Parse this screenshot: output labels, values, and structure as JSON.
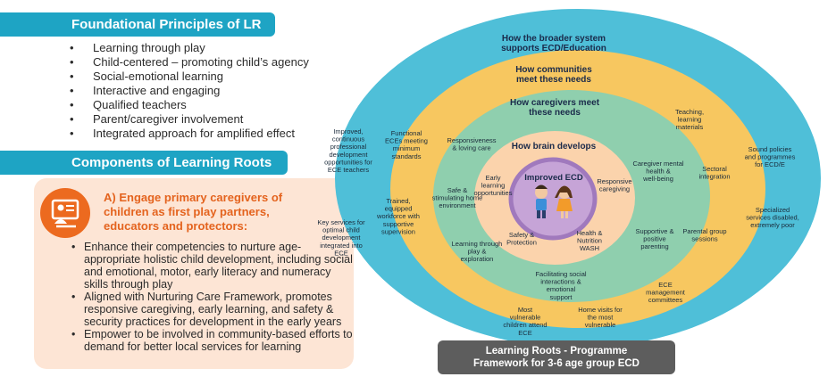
{
  "principles": {
    "title": "Foundational Principles of LR",
    "items": [
      "Learning through play",
      "Child-centered – promoting child’s agency",
      "Social-emotional learning",
      "Interactive and engaging",
      "Qualified teachers",
      "Parent/caregiver involvement",
      "Integrated approach for amplified effect"
    ]
  },
  "components": {
    "title": "Components of Learning Roots",
    "heading": "A) Engage primary caregivers of children as first play partners, educators and protectors:",
    "items": [
      "Enhance their competencies to nurture age-appropriate holistic child development, including social and emotional, motor, early literacy and numeracy skills through play",
      "Aligned with Nurturing Care Framework, promotes responsive caregiving, early learning, and safety & security practices for development in the early years",
      "Empower to be involved in community-based efforts to demand for better local services for learning"
    ]
  },
  "colors": {
    "blue": "#4fbfd8",
    "yellow": "#f7c760",
    "green": "#8fcfae",
    "peach": "#fbd3ac",
    "lavender": "#c6a4d7",
    "purple": "#a079bd"
  },
  "diagram": {
    "ring_titles": {
      "system": "How the broader system supports ECD/Education",
      "community": "How communities meet these needs",
      "caregiver": "How caregivers meet these needs",
      "brain": "How brain develops",
      "center": "Improved ECD"
    },
    "system_items": [
      "Improved, continuous professional development opportunities for ECE teachers",
      "Key services for optimal child development integrated into ECE",
      "Sound policies and programmes for ECD/E",
      "Specialized services disabled, extremely poor"
    ],
    "community_items": [
      "Functional ECEs meeting minimum standards",
      "Trained, equipped workforce with supportive supervision",
      "Teaching, learning materials",
      "Sectoral integration",
      "Parental group sessions",
      "ECE management committees",
      "Most vulnerable children attend ECE",
      "Home visits for the most vulnerable"
    ],
    "caregiver_items": [
      "Responsiveness & loving care",
      "Safe & stimulating home environment",
      "Learning through play & exploration",
      "Caregiver mental health & well-being",
      "Supportive & positive parenting",
      "Facilitating social interactions & emotional support"
    ],
    "brain_items": [
      "Early learning opportunities",
      "Responsive caregiving",
      "Safety & Protection",
      "Health & Nutrition WASH"
    ],
    "framework_label": "Learning Roots - Programme Framework for 3-6 age group ECD"
  }
}
